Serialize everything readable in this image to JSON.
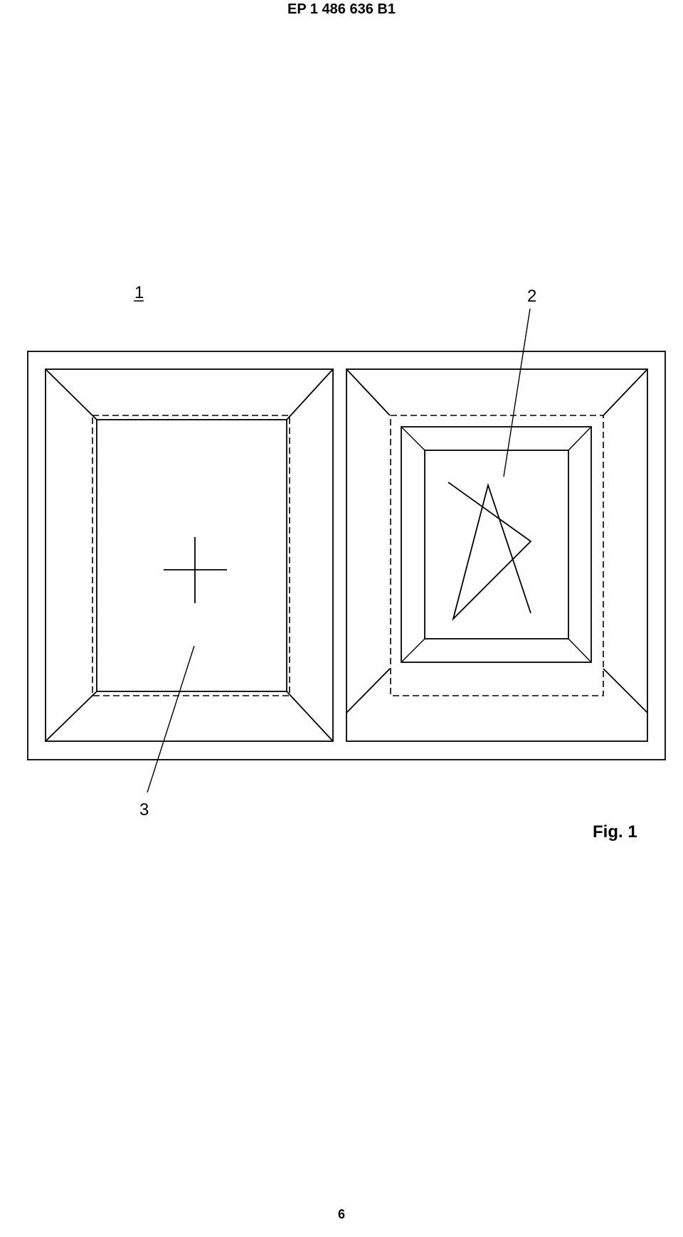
{
  "header": {
    "patent_number": "EP 1 486 636 B1"
  },
  "figure": {
    "reference_labels": {
      "window_unit": "1",
      "tilt_turn_sash": "2",
      "fixed_glazing": "3"
    },
    "caption": "Fig. 1"
  },
  "footer": {
    "page_number": "6"
  }
}
